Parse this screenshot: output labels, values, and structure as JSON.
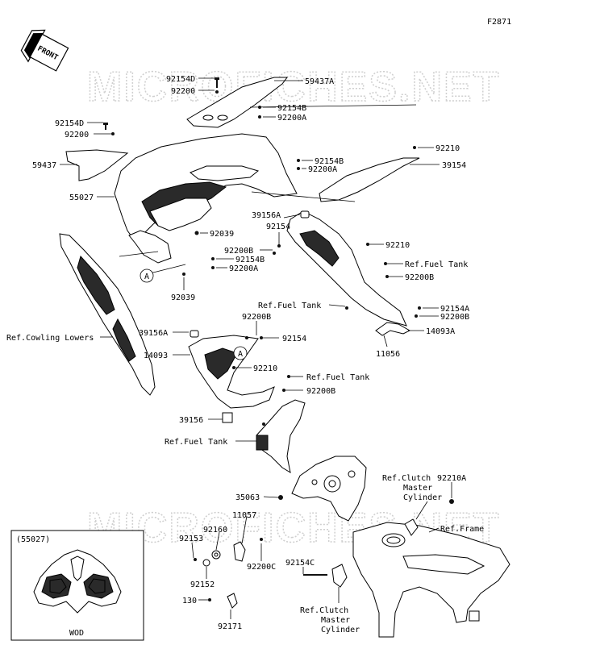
{
  "figure_code": "F2871",
  "front_label": "FRONT",
  "watermark": "MICROFICHES.NET",
  "callout_letter": "A",
  "labels": {
    "l92154D_a": "92154D",
    "l92200_a": "92200",
    "l59437A": "59437A",
    "l92154B_a": "92154B",
    "l92200A_a": "92200A",
    "l92154D_b": "92154D",
    "l92200_b": "92200",
    "l59437": "59437",
    "l92210_a": "92210",
    "l39154": "39154",
    "l92154B_b": "92154B",
    "l92200A_b": "92200A",
    "l55027": "55027",
    "l39156A_a": "39156A",
    "l92154_a": "92154",
    "l92039_a": "92039",
    "l92210_b": "92210",
    "l92200B_a": "92200B",
    "l92154B_c": "92154B",
    "l92200A_c": "92200A",
    "lRefFuel_a": "Ref.Fuel Tank",
    "l92200B_b": "92200B",
    "l92039_b": "92039",
    "lRefFuel_b": "Ref.Fuel Tank",
    "l92154A": "92154A",
    "l92200B_c": "92200B",
    "lRefCowl": "Ref.Cowling Lowers",
    "l39156A_b": "39156A",
    "l92200B_d": "92200B",
    "l92154_b": "92154",
    "l14093A": "14093A",
    "l11056": "11056",
    "l14093": "14093",
    "l92210_c": "92210",
    "lRefFuel_c": "Ref.Fuel Tank",
    "l92200B_e": "92200B",
    "l39156": "39156",
    "lRefFuel_d": "Ref.Fuel Tank",
    "lRefClutch_a1": "Ref.Clutch",
    "lRefClutch_a2": "Master",
    "lRefClutch_a3": "Cylinder",
    "l92210A": "92210A",
    "l35063": "35063",
    "l11057": "11057",
    "l92160": "92160",
    "l92153": "92153",
    "lRefFrame": "Ref.Frame",
    "l92200C": "92200C",
    "l92152": "92152",
    "l92154C": "92154C",
    "l130": "130",
    "l92171": "92171",
    "lRefClutch_b1": "Ref.Clutch",
    "lRefClutch_b2": "Master",
    "lRefClutch_b3": "Cylinder"
  },
  "inset": {
    "title": "(55027)",
    "caption": "WOD"
  }
}
